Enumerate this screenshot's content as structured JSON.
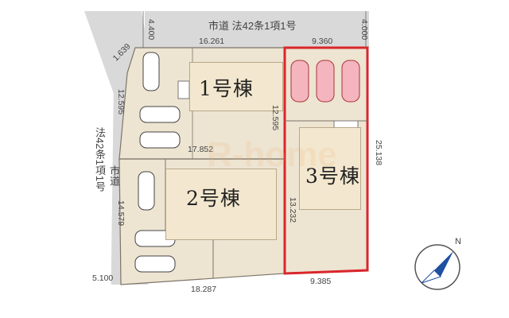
{
  "street_top": "市道 法42条1項1号",
  "street_left": [
    "法42条1項1号",
    "市道"
  ],
  "lots": [
    {
      "label": "1号棟"
    },
    {
      "label": "2号棟"
    },
    {
      "label": "3号棟",
      "highlight": "#d9262c"
    }
  ],
  "dimensions": {
    "top_road_width_left": "4.400",
    "top_road_width_right": "4.000",
    "corner_cut": "1.639",
    "lot1_top": "16.261",
    "lot3_top": "9.360",
    "lot1_left": "12.595",
    "lot1_right": "12.595",
    "lot1_lot2_boundary": "17.852",
    "lot2_left": "14.579",
    "lot3_right": "25.138",
    "lot3_left": "13.232",
    "left_road_width": "5.100",
    "lot2_bottom": "18.287",
    "lot3_bottom": "9.385"
  },
  "compass": {
    "label": "N",
    "icon": "north-arrow-icon"
  },
  "watermark": "R-home",
  "colors": {
    "lot3_outline": "#d9262c",
    "car_in_lot3": "#f4b5bf",
    "house": "#f3e8cf",
    "road": "#d9d9d9"
  }
}
